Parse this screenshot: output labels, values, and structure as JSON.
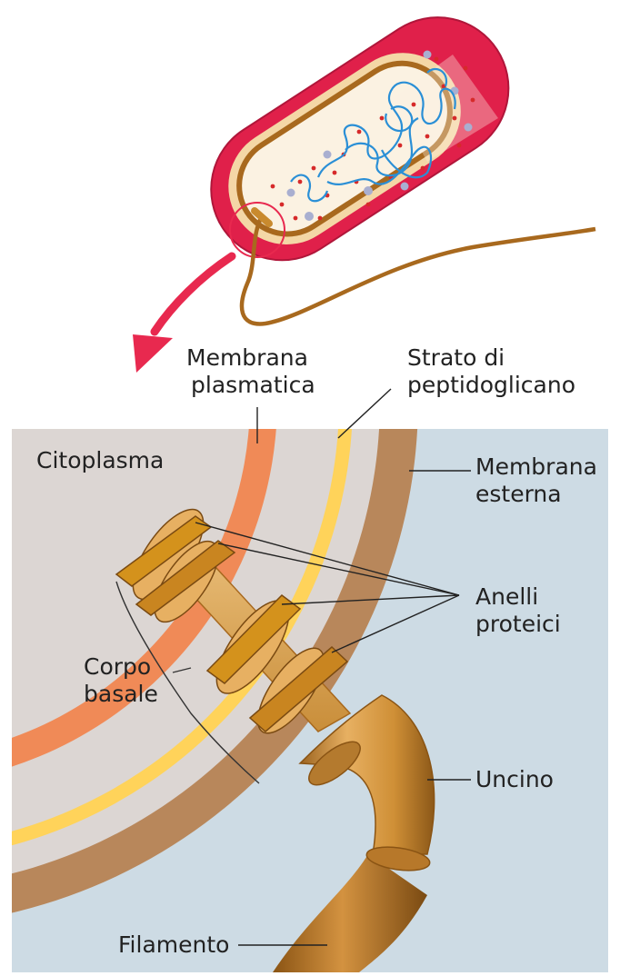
{
  "labels": {
    "membrana_plasmatica": [
      "Membrana",
      "plasmatica"
    ],
    "strato_peptidoglicano": [
      "Strato di",
      "peptidoglicano"
    ],
    "citoplasma": [
      "Citoplasma"
    ],
    "membrana_esterna": [
      "Membrana",
      "esterna"
    ],
    "anelli_proteici": [
      "Anelli",
      "proteici"
    ],
    "corpo_basale": [
      "Corpo",
      "basale"
    ],
    "uncino": [
      "Uncino"
    ],
    "filamento": [
      "Filamento"
    ]
  },
  "colors": {
    "background_panel": "#cddbe4",
    "cytoplasm": "#dcd6d3",
    "plasma_membrane": "#f08a57",
    "peptidoglycan": "#ffd35a",
    "outer_membrane": "#b8875b",
    "rings": "#d4921c",
    "hook": "#c98a2e",
    "cell_outer": "#e0204a",
    "zoom_arrow": "#e8294f"
  }
}
